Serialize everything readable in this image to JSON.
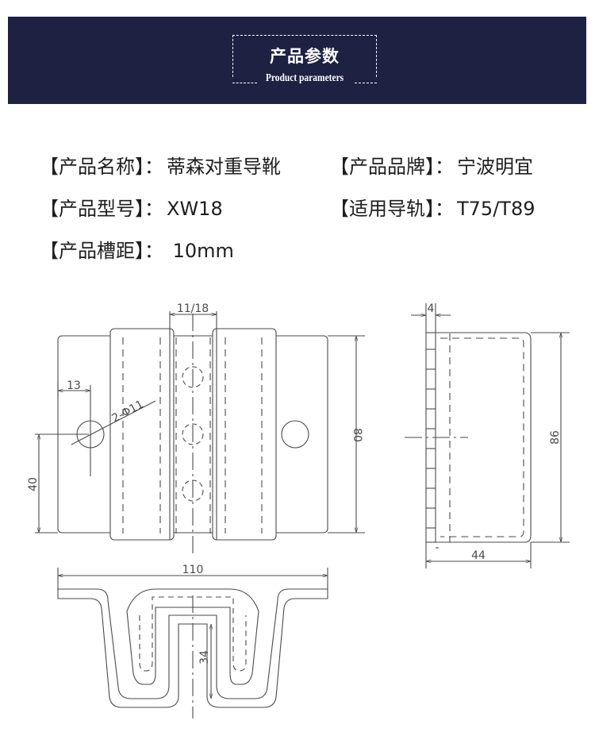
{
  "banner": {
    "title": "产品参数",
    "subtitle": "Product parameters"
  },
  "specs": [
    {
      "label": "【产品名称】：",
      "value": "蒂森对重导靴"
    },
    {
      "label": "【产品品牌】：",
      "value": "宁波明宜"
    },
    {
      "label": "【产品型号】：",
      "value": "XW18"
    },
    {
      "label": "【适用导轨】：",
      "value": "T75/T89"
    },
    {
      "label": "【产品槽距】：",
      "value": " 10mm"
    }
  ],
  "drawing": {
    "dims": {
      "slot": "11/18",
      "offset": "13",
      "hole": "2-Φ11",
      "height_left": "40",
      "height_front": "80",
      "thickness": "4",
      "height_side": "86",
      "depth_side": "44",
      "width_bottom": "110",
      "depth_bottom": "34"
    },
    "colors": {
      "stroke": "#4a4a4a",
      "banner": "#1d2142"
    }
  }
}
